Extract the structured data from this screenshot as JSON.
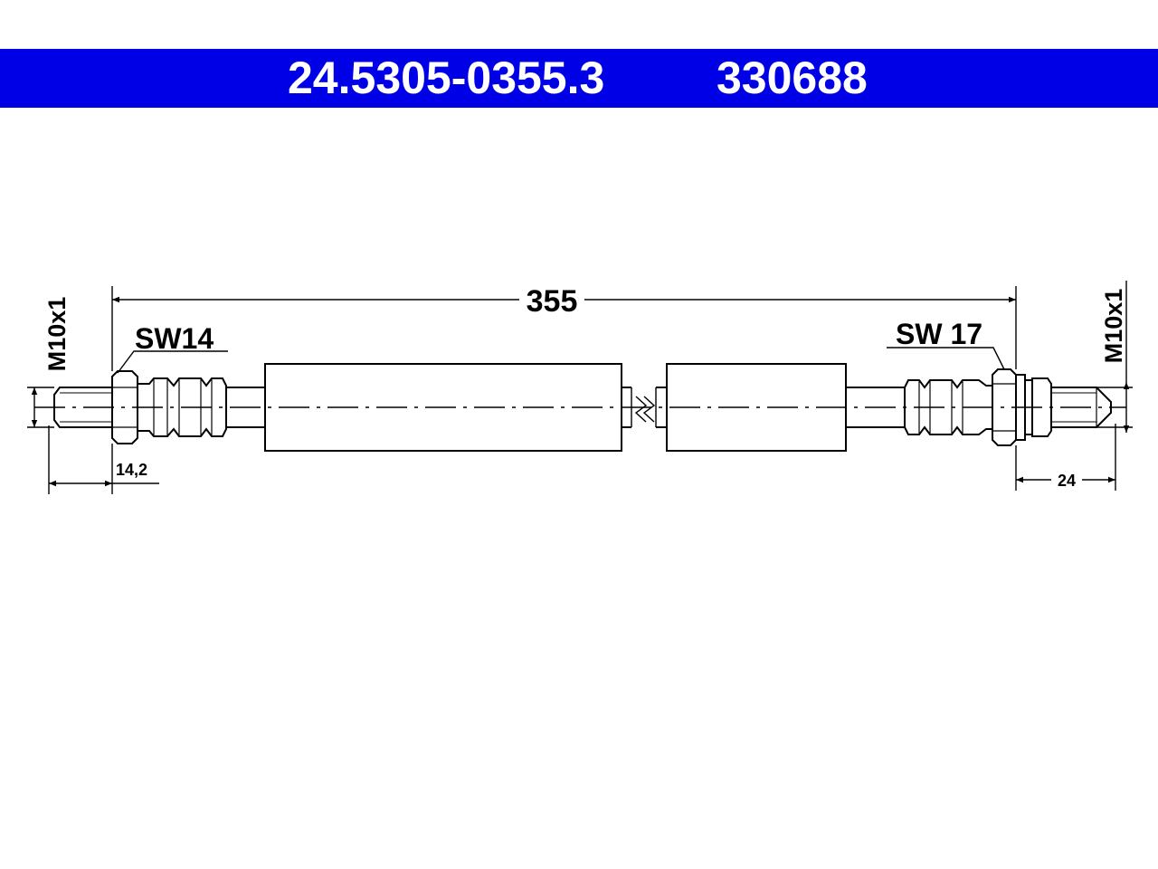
{
  "header": {
    "part_number": "24.5305-0355.3",
    "ref_number": "330688",
    "background_color": "#0000e6",
    "text_color": "#ffffff"
  },
  "drawing": {
    "length_label": "355",
    "left_thread_label": "M10x1",
    "right_thread_label": "M10x1",
    "left_wrench_label": "SW14",
    "right_wrench_label": "SW 17",
    "left_offset_label": "14,2",
    "right_offset_label": "24",
    "line_color": "#000000"
  }
}
